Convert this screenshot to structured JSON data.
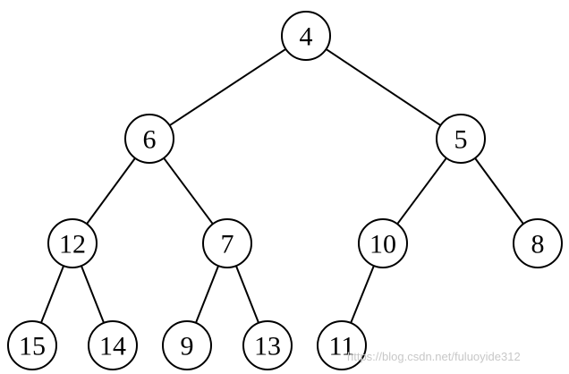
{
  "diagram": {
    "nodes": [
      {
        "id": "n1",
        "label": "4"
      },
      {
        "id": "n2",
        "label": "6"
      },
      {
        "id": "n3",
        "label": "5"
      },
      {
        "id": "n4",
        "label": "12"
      },
      {
        "id": "n5",
        "label": "7"
      },
      {
        "id": "n6",
        "label": "10"
      },
      {
        "id": "n7",
        "label": "8"
      },
      {
        "id": "n8",
        "label": "15"
      },
      {
        "id": "n9",
        "label": "14"
      },
      {
        "id": "n10",
        "label": "9"
      },
      {
        "id": "n11",
        "label": "13"
      },
      {
        "id": "n12",
        "label": "11"
      }
    ],
    "edges": [
      {
        "from": "n1",
        "to": "n2"
      },
      {
        "from": "n1",
        "to": "n3"
      },
      {
        "from": "n2",
        "to": "n4"
      },
      {
        "from": "n2",
        "to": "n5"
      },
      {
        "from": "n3",
        "to": "n6"
      },
      {
        "from": "n3",
        "to": "n7"
      },
      {
        "from": "n4",
        "to": "n8"
      },
      {
        "from": "n4",
        "to": "n9"
      },
      {
        "from": "n5",
        "to": "n10"
      },
      {
        "from": "n5",
        "to": "n11"
      },
      {
        "from": "n6",
        "to": "n12"
      }
    ]
  },
  "watermark": "https://blog.csdn.net/fuluoyide312"
}
